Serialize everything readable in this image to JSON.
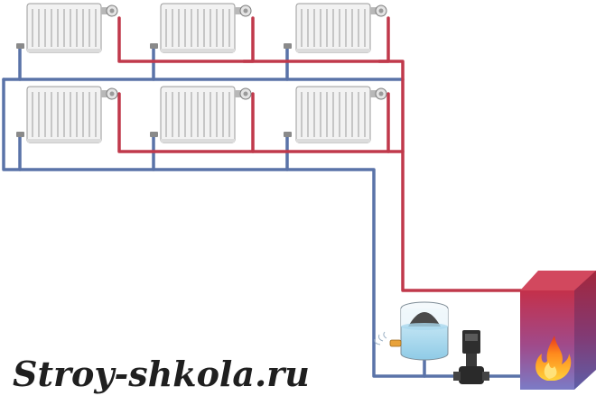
{
  "watermark": {
    "text": "Stroy-shkola.ru"
  },
  "colors": {
    "supply_pipe": "#c0394b",
    "return_pipe": "#5a73a8",
    "radiator_fill": "#f2f2f2",
    "radiator_stroke": "#9a9a9a",
    "boiler_top": "#c4304a",
    "boiler_bottom": "#7b7bc6",
    "flame": "#ff8a1c",
    "tank_water": "#bfe3f3",
    "pump_body": "#2e2e2e"
  },
  "diagram": {
    "radiator_rows": 2,
    "radiators_per_row": 3,
    "components": [
      "radiator",
      "thermostatic-valve",
      "expansion-tank",
      "circulation-pump",
      "boiler",
      "flame-icon"
    ]
  }
}
